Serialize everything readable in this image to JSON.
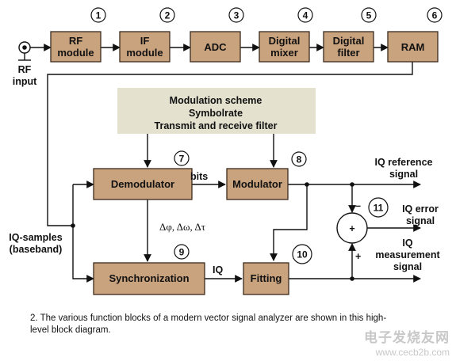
{
  "blocks": {
    "rf_module": "RF|module",
    "if_module": "IF|module",
    "adc": "ADC",
    "digital_mixer": "Digital|mixer",
    "digital_filter": "Digital|filter",
    "ram": "RAM",
    "demodulator": "Demodulator",
    "modulator": "Modulator",
    "synchronization": "Synchronization",
    "fitting": "Fitting"
  },
  "numbers": [
    "1",
    "2",
    "3",
    "4",
    "5",
    "6",
    "7",
    "8",
    "9",
    "10",
    "11"
  ],
  "settings_box": [
    "Modulation scheme",
    "Symbolrate",
    "Transmit and receive filter"
  ],
  "labels": {
    "rf_input": "RF|input",
    "iq_samples": "IQ-samples|(baseband)",
    "bits": "bits",
    "iq": "IQ",
    "params": "Δφ, Δω, Δτ",
    "iq_reference": "IQ reference|signal",
    "iq_error": "IQ error|signal",
    "iq_measurement": "IQ|measurement|signal",
    "minus": "–",
    "plus_sum": "+",
    "plus_in": "+"
  },
  "caption": "2. The various function blocks of a modern vector signal analyzer are shown in this high-level block diagram.",
  "watermark": {
    "text": "电子发烧友网",
    "url": "www.cecb2b.com"
  },
  "colors": {
    "block_fill": "#c9a27e",
    "settings_fill": "#e4e1cf",
    "line": "#111111"
  }
}
